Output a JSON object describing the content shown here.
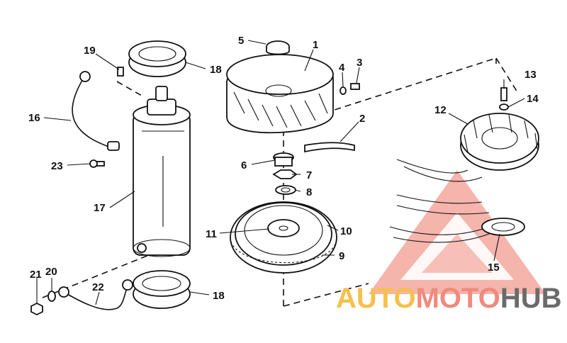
{
  "callouts": [
    {
      "num": "1"
    },
    {
      "num": "2"
    },
    {
      "num": "3"
    },
    {
      "num": "4"
    },
    {
      "num": "5"
    },
    {
      "num": "6"
    },
    {
      "num": "7"
    },
    {
      "num": "8"
    },
    {
      "num": "9"
    },
    {
      "num": "10"
    },
    {
      "num": "11"
    },
    {
      "num": "12"
    },
    {
      "num": "13"
    },
    {
      "num": "14"
    },
    {
      "num": "15"
    },
    {
      "num": "16"
    },
    {
      "num": "17"
    },
    {
      "num": "18"
    },
    {
      "num": "18"
    },
    {
      "num": "19"
    },
    {
      "num": "20"
    },
    {
      "num": "21"
    },
    {
      "num": "22"
    },
    {
      "num": "23"
    }
  ],
  "watermark": {
    "part1": "AUTO",
    "part2": "MOTO",
    "part3": "HUB",
    "colors": {
      "auto": "#f5c04c",
      "moto": "#f08a7d",
      "hub": "#6b6b6b",
      "triangle": "#f08a7d"
    }
  }
}
